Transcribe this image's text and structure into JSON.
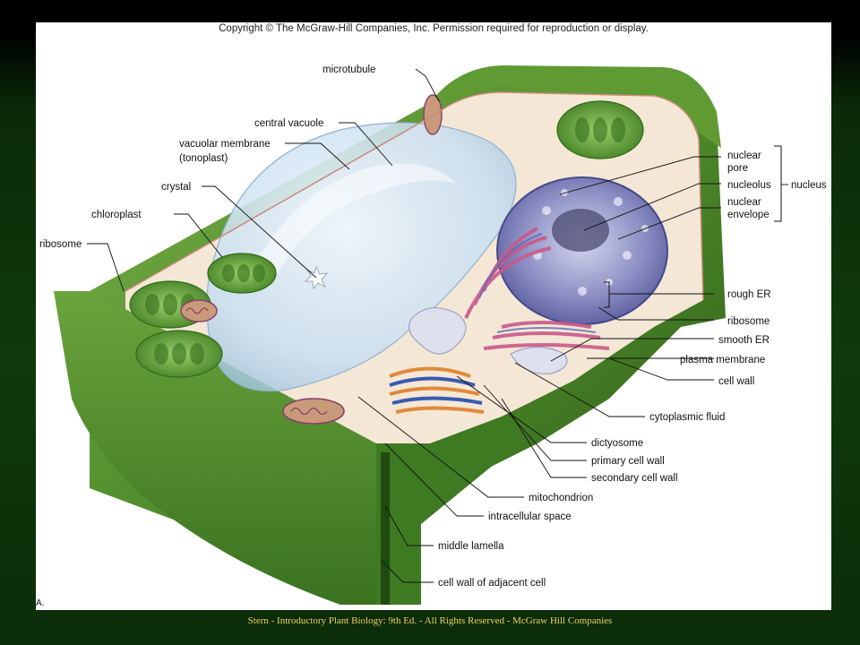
{
  "copyright": "Copyright © The McGraw-Hill Companies, Inc. Permission required for reproduction or display.",
  "figure_letter": "A.",
  "footer": "Stern - Introductory Plant Biology: 9th Ed.  - All Rights Reserved - McGraw Hill Companies",
  "labels": {
    "microtubule": "microtubule",
    "central_vacuole": "central vacuole",
    "vacuolar_membrane": "vacuolar membrane",
    "tonoplast": "(tonoplast)",
    "crystal": "crystal",
    "chloroplast": "chloroplast",
    "ribosome_left": "ribosome",
    "nuclear_pore_1": "nuclear",
    "nuclear_pore_2": "pore",
    "nucleolus": "nucleolus",
    "nuclear_envelope_1": "nuclear",
    "nuclear_envelope_2": "envelope",
    "nucleus": "nucleus",
    "rough_er": "rough ER",
    "ribosome_right": "ribosome",
    "smooth_er": "smooth ER",
    "plasma_membrane": "plasma membrane",
    "cell_wall": "cell wall",
    "cytoplasmic_fluid": "cytoplasmic fluid",
    "dictyosome": "dictyosome",
    "primary_cell_wall": "primary cell wall",
    "secondary_cell_wall": "secondary cell wall",
    "mitochondrion": "mitochondrion",
    "intracellular_space": "intracellular space",
    "middle_lamella": "middle lamella",
    "cell_wall_adjacent": "cell wall of adjacent cell"
  },
  "colors": {
    "wall_green": "#4e8a2a",
    "wall_dark": "#2f5f1a",
    "cytoplasm": "#f4e7d6",
    "vacuole": "#cfe3f2",
    "nucleus": "#7f7fb8",
    "er": "#c85a8a",
    "footer_text": "#f0d060"
  }
}
